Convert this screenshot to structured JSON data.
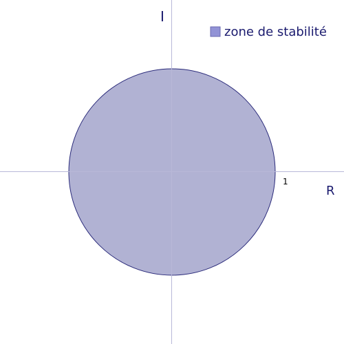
{
  "diagram": {
    "axes": {
      "imag_label": "I",
      "real_label": "R",
      "tick_label": "1"
    },
    "region": {
      "shape": "disk",
      "center": [
        0,
        0
      ],
      "radius": 1,
      "fill_color": "#b1b2d3",
      "stroke_color": "#2a2a7a"
    },
    "axis_color": "#b8b8d8",
    "legend": {
      "label": "zone de stabilité",
      "swatch_color": "#9293d6"
    }
  }
}
